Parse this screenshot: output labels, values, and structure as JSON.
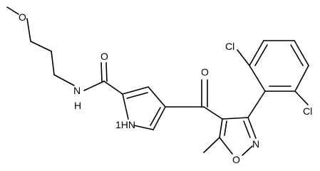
{
  "molecule": {
    "atom_labels": {
      "O_methoxy": "O",
      "N_amide": "N",
      "H_amide": "H",
      "O_amide": "O",
      "NH_pyrrole": "1HN",
      "O_ketone": "O",
      "Cl_top": "Cl",
      "Cl_right": "Cl",
      "N_isoxazole": "N",
      "O_isoxazole": "O"
    }
  }
}
